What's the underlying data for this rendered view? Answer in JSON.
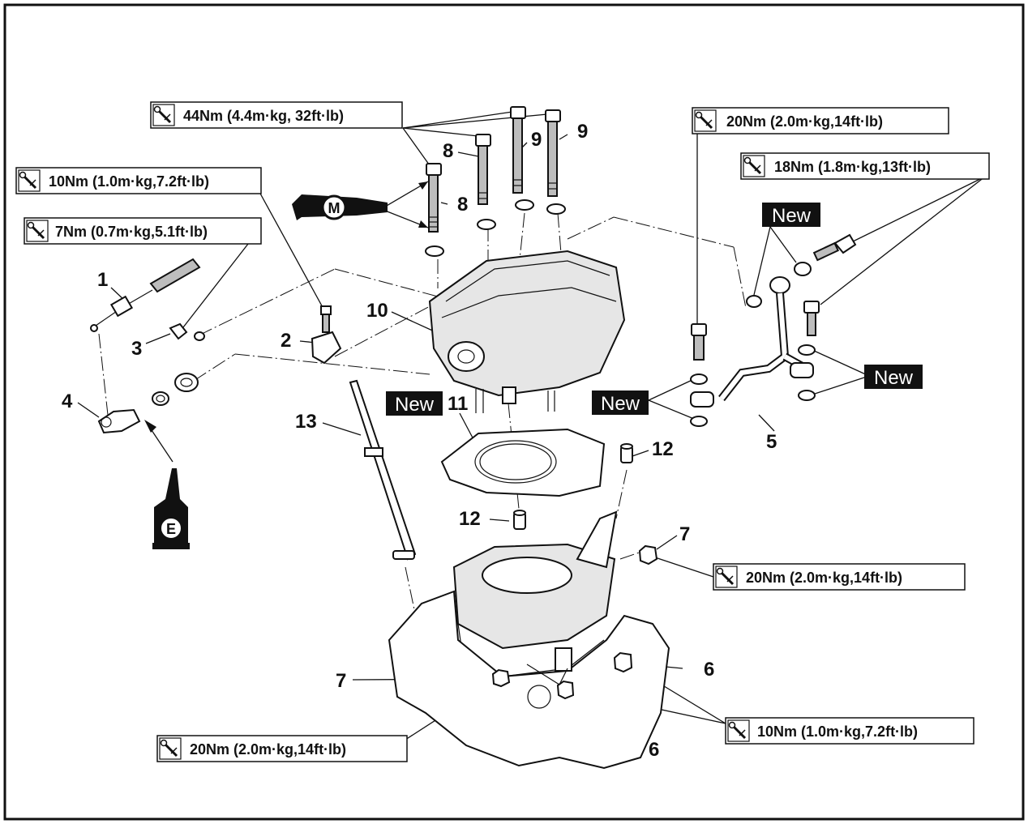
{
  "torque_labels": {
    "t44": "44Nm (4.4m·kg, 32ft·lb)",
    "t10_top": "10Nm (1.0m·kg,7.2ft·lb)",
    "t7": "7Nm (0.7m·kg,5.1ft·lb)",
    "t20_top": "20Nm (2.0m·kg,14ft·lb)",
    "t18": "18Nm (1.8m·kg,13ft·lb)",
    "t20_right": "20Nm (2.0m·kg,14ft·lb)",
    "t10_bottom": "10Nm (1.0m·kg,7.2ft·lb)",
    "t20_bottom": "20Nm (2.0m·kg,14ft·lb)"
  },
  "new_label": "New",
  "symbols": {
    "moly_grease": "M",
    "engine_oil": "E",
    "torque_wrench": "torque-wrench-icon"
  },
  "part_numbers": {
    "p1": "1",
    "p2": "2",
    "p3": "3",
    "p4": "4",
    "p5": "5",
    "p6a": "6",
    "p6b": "6",
    "p7a": "7",
    "p7b": "7",
    "p8a": "8",
    "p8b": "8",
    "p9a": "9",
    "p9b": "9",
    "p10": "10",
    "p11": "11",
    "p12a": "12",
    "p12b": "12",
    "p13": "13"
  }
}
